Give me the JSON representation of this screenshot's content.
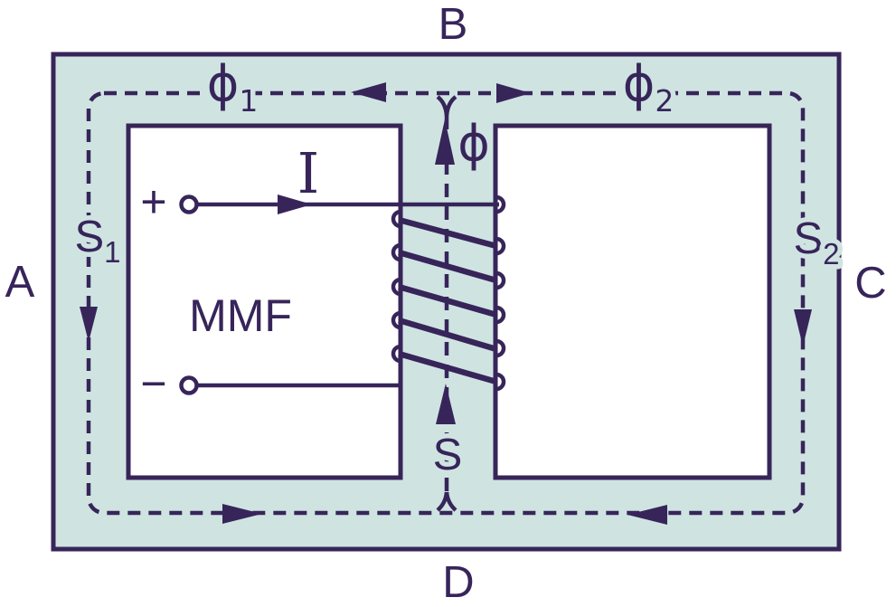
{
  "colors": {
    "line": "#37255a",
    "core_fill": "#cfe4e1",
    "background": "#ffffff"
  },
  "labels": {
    "corner_a": "A",
    "corner_b": "B",
    "corner_c": "C",
    "corner_d": "D",
    "mmf": "MMF",
    "current": "I",
    "plus": "+",
    "minus": "−",
    "phi": "ϕ",
    "phi1": {
      "base": "ϕ",
      "sub": "1"
    },
    "phi2": {
      "base": "ϕ",
      "sub": "2"
    },
    "s": "S",
    "s1": {
      "base": "S",
      "sub": "1"
    },
    "s2": {
      "base": "S",
      "sub": "2"
    }
  }
}
